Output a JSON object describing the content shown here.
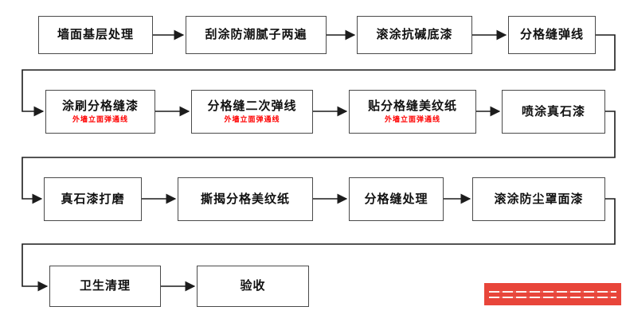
{
  "flow": {
    "rows": [
      {
        "steps": [
          {
            "label": "墙面基层处理"
          },
          {
            "label": "刮涂防潮腻子两遍"
          },
          {
            "label": "滚涂抗碱底漆"
          },
          {
            "label": "分格缝弹线"
          }
        ]
      },
      {
        "steps": [
          {
            "label": "涂刷分格缝漆",
            "note": "外墙立面弹通线"
          },
          {
            "label": "分格缝二次弹线",
            "note": "外墙立面弹通线"
          },
          {
            "label": "贴分格缝美纹纸",
            "note": "外墙立面弹通线"
          },
          {
            "label": "喷涂真石漆"
          }
        ]
      },
      {
        "steps": [
          {
            "label": "真石漆打磨"
          },
          {
            "label": "撕揭分格美纹纸"
          },
          {
            "label": "分格缝处理"
          },
          {
            "label": "滚涂防尘罩面漆"
          }
        ]
      },
      {
        "steps": [
          {
            "label": "卫生清理"
          },
          {
            "label": "验收"
          }
        ]
      }
    ]
  },
  "colors": {
    "background": "#ffffff",
    "box_border": "#4a4a4a",
    "label_text": "#111111",
    "note_text": "#ff0000",
    "connector_line": "#1c1c1c",
    "watermark_red": "#e8453a"
  }
}
